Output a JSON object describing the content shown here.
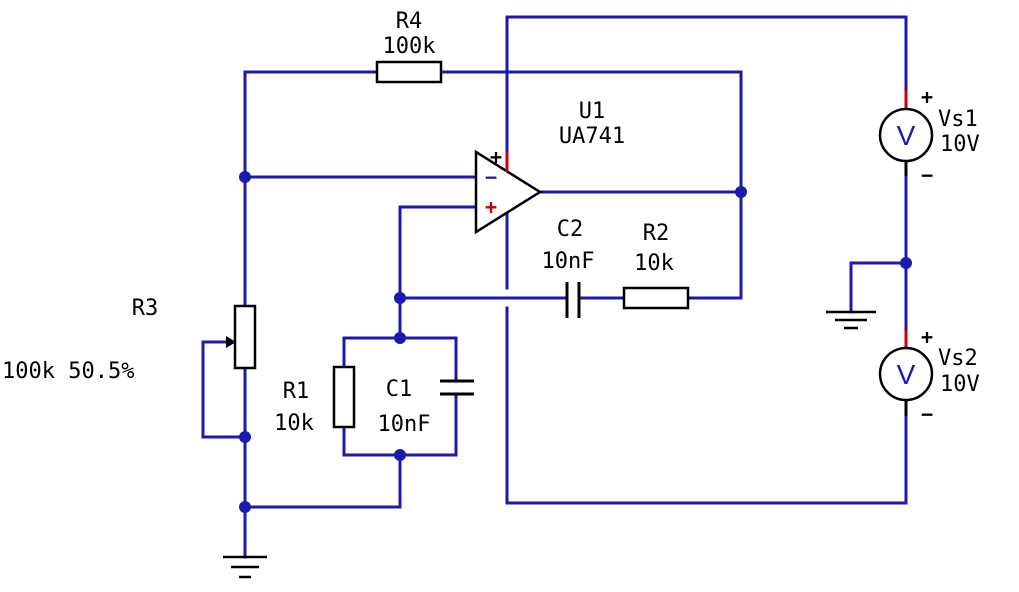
{
  "colors": {
    "wire": "#1a1aae",
    "component": "#000000",
    "pin": "#cc0000",
    "background": "#ffffff"
  },
  "components": {
    "r4": {
      "name": "R4",
      "value": "100k"
    },
    "u1": {
      "name": "U1",
      "value": "UA741",
      "inv": "−",
      "noninv": "+",
      "supply_pos": "+"
    },
    "c2": {
      "name": "C2",
      "value": "10nF"
    },
    "r2": {
      "name": "R2",
      "value": "10k"
    },
    "r3": {
      "name": "R3",
      "value": "100k 50.5%"
    },
    "r1": {
      "name": "R1",
      "value": "10k"
    },
    "c1": {
      "name": "C1",
      "value": "10nF"
    },
    "vs1": {
      "name": "Vs1",
      "value": "10V",
      "symbol": "V",
      "plus": "+",
      "minus": "−"
    },
    "vs2": {
      "name": "Vs2",
      "value": "10V",
      "symbol": "V",
      "plus": "+",
      "minus": "−"
    }
  },
  "icons": [
    "ground-icon",
    "voltmeter-source-icon",
    "op-amp-icon",
    "resistor-icon",
    "capacitor-icon",
    "potentiometer-icon"
  ]
}
